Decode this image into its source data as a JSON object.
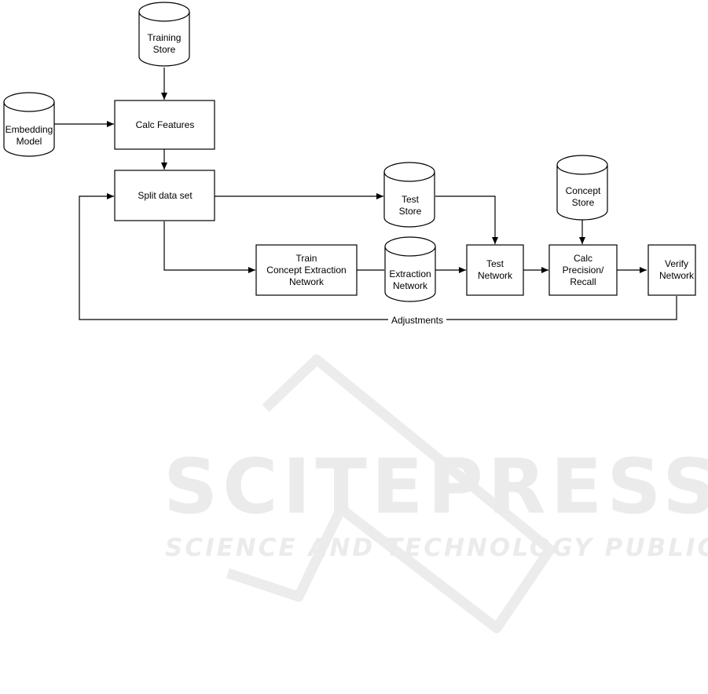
{
  "nodes": {
    "training_store": [
      "Training",
      "Store"
    ],
    "embedding_model": [
      "Embedding",
      "Model"
    ],
    "calc_features": [
      "Calc Features"
    ],
    "split_data_set": [
      "Split data set"
    ],
    "test_store": [
      "Test",
      "Store"
    ],
    "concept_store": [
      "Concept",
      "Store"
    ],
    "train_concept_extraction_network": [
      "Train",
      "Concept Extraction",
      "Network"
    ],
    "extraction_network": [
      "Extraction",
      "Network"
    ],
    "test_network": [
      "Test",
      "Network"
    ],
    "calc_precision_recall": [
      "Calc",
      "Precision/",
      "Recall"
    ],
    "verify_network": [
      "Verify",
      "Network"
    ]
  },
  "edges": {
    "adjustments_label": "Adjustments"
  },
  "watermark": {
    "title": "SCITEPRESS",
    "subtitle": "SCIENCE AND TECHNOLOGY PUBLICATIONS"
  }
}
